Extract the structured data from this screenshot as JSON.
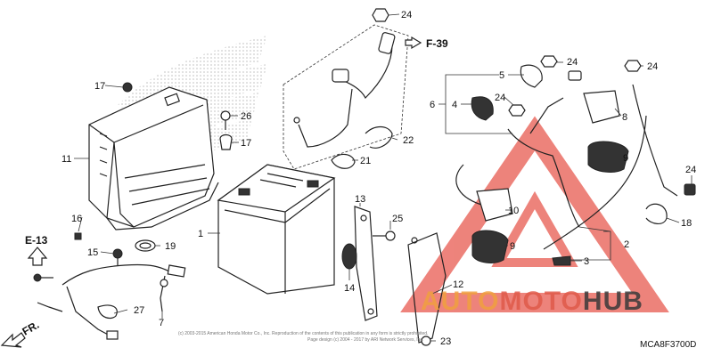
{
  "diagram_code": "MCA8F3700D",
  "watermark": {
    "word_primary": "AUTO",
    "word_secondary": "MOTO",
    "word_tertiary": "HUB",
    "color_primary": "#f0a040",
    "color_secondary": "#e05a4a",
    "color_tertiary": "#3a3a3a",
    "triangle_color": "#e85a50"
  },
  "copyright_line1": "(c) 2003-2015 American Honda Motor Co., Inc. Reproduction of the contents of this publication in any form is strictly prohibited.",
  "copyright_line2": "Page design (c) 2004 - 2017 by ARI Network Services, Inc.",
  "references": {
    "e13": "E-13",
    "f39": "F-39",
    "front": "FR."
  },
  "callouts": [
    {
      "id": "c1",
      "text": "1"
    },
    {
      "id": "c2",
      "text": "2"
    },
    {
      "id": "c3",
      "text": "3"
    },
    {
      "id": "c4",
      "text": "4"
    },
    {
      "id": "c5",
      "text": "5"
    },
    {
      "id": "c6",
      "text": "6"
    },
    {
      "id": "c7",
      "text": "7"
    },
    {
      "id": "c8",
      "text": "8"
    },
    {
      "id": "c9a",
      "text": "9"
    },
    {
      "id": "c9b",
      "text": "9"
    },
    {
      "id": "c10",
      "text": "10"
    },
    {
      "id": "c11",
      "text": "11"
    },
    {
      "id": "c12",
      "text": "12"
    },
    {
      "id": "c13",
      "text": "13"
    },
    {
      "id": "c14",
      "text": "14"
    },
    {
      "id": "c15",
      "text": "15"
    },
    {
      "id": "c16",
      "text": "16"
    },
    {
      "id": "c17a",
      "text": "17"
    },
    {
      "id": "c17b",
      "text": "17"
    },
    {
      "id": "c18",
      "text": "18"
    },
    {
      "id": "c19",
      "text": "19"
    },
    {
      "id": "c21",
      "text": "21"
    },
    {
      "id": "c22",
      "text": "22"
    },
    {
      "id": "c23",
      "text": "23"
    },
    {
      "id": "c24a",
      "text": "24"
    },
    {
      "id": "c24b",
      "text": "24"
    },
    {
      "id": "c24c",
      "text": "24"
    },
    {
      "id": "c24d",
      "text": "24"
    },
    {
      "id": "c24e",
      "text": "24"
    },
    {
      "id": "c25",
      "text": "25"
    },
    {
      "id": "c26",
      "text": "26"
    },
    {
      "id": "c27",
      "text": "27"
    }
  ]
}
